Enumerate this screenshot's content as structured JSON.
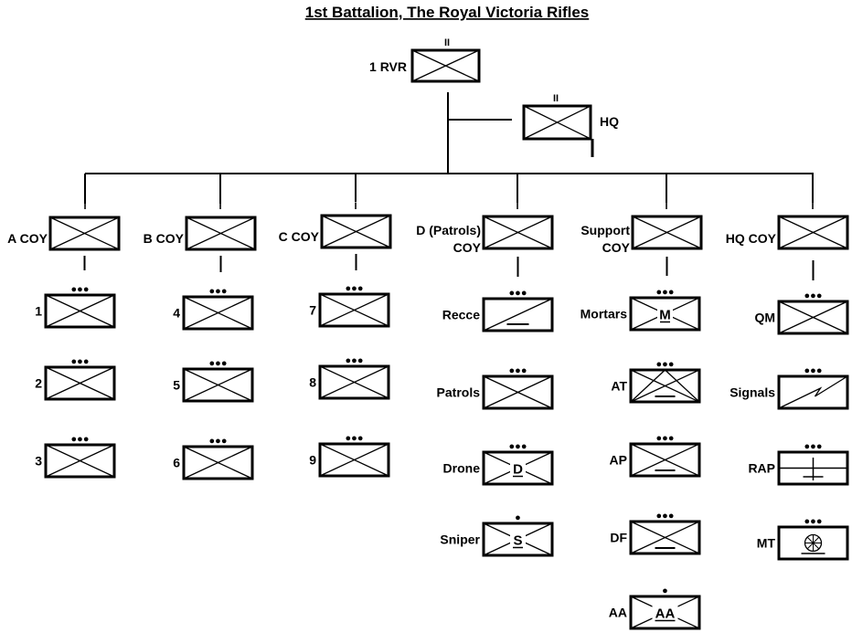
{
  "title": "1st Battalion, The Royal Victoria Rifles",
  "battalion": {
    "label": "1 RVR",
    "echelon": "II",
    "icon": "infantry-battalion-symbol"
  },
  "hq": {
    "label": "HQ",
    "echelon": "II",
    "icon": "headquarters-symbol"
  },
  "companies": [
    {
      "label": "A COY",
      "echelon": "I",
      "platoons": [
        {
          "label": "1",
          "echelon": "●●●",
          "type": "infantry"
        },
        {
          "label": "2",
          "echelon": "●●●",
          "type": "infantry"
        },
        {
          "label": "3",
          "echelon": "●●●",
          "type": "infantry"
        }
      ]
    },
    {
      "label": "B COY",
      "echelon": "I",
      "platoons": [
        {
          "label": "4",
          "echelon": "●●●",
          "type": "infantry"
        },
        {
          "label": "5",
          "echelon": "●●●",
          "type": "infantry"
        },
        {
          "label": "6",
          "echelon": "●●●",
          "type": "infantry"
        }
      ]
    },
    {
      "label": "C COY",
      "echelon": "I",
      "platoons": [
        {
          "label": "7",
          "echelon": "●●●",
          "type": "infantry"
        },
        {
          "label": "8",
          "echelon": "●●●",
          "type": "infantry"
        },
        {
          "label": "9",
          "echelon": "●●●",
          "type": "infantry"
        }
      ]
    },
    {
      "label_lines": [
        "D (Patrols)",
        "COY"
      ],
      "echelon": "I",
      "platoons": [
        {
          "label": "Recce",
          "echelon": "●●●",
          "type": "recce"
        },
        {
          "label": "Patrols",
          "echelon": "●●●",
          "type": "infantry"
        },
        {
          "label": "Drone",
          "echelon": "●●●",
          "type": "letter",
          "symbol_text": "D"
        },
        {
          "label": "Sniper",
          "echelon": "●",
          "type": "letter",
          "symbol_text": "S"
        }
      ]
    },
    {
      "label_lines": [
        "Support",
        "COY"
      ],
      "echelon": "I",
      "platoons": [
        {
          "label": "Mortars",
          "echelon": "●●●",
          "type": "letter",
          "symbol_text": "M"
        },
        {
          "label": "AT",
          "echelon": "●●●",
          "type": "antitank"
        },
        {
          "label": "AP",
          "echelon": "●●●",
          "type": "infantry-bar"
        },
        {
          "label": "DF",
          "echelon": "●●●",
          "type": "infantry-bar"
        },
        {
          "label": "AA",
          "echelon": "●",
          "type": "letter",
          "symbol_text": "AA"
        }
      ]
    },
    {
      "label": "HQ COY",
      "echelon": "I",
      "platoons": [
        {
          "label": "QM",
          "echelon": "●●●",
          "type": "infantry"
        },
        {
          "label": "Signals",
          "echelon": "●●●",
          "type": "signals"
        },
        {
          "label": "RAP",
          "echelon": "●●●",
          "type": "medical"
        },
        {
          "label": "MT",
          "echelon": "●●●",
          "type": "transport"
        }
      ]
    }
  ]
}
